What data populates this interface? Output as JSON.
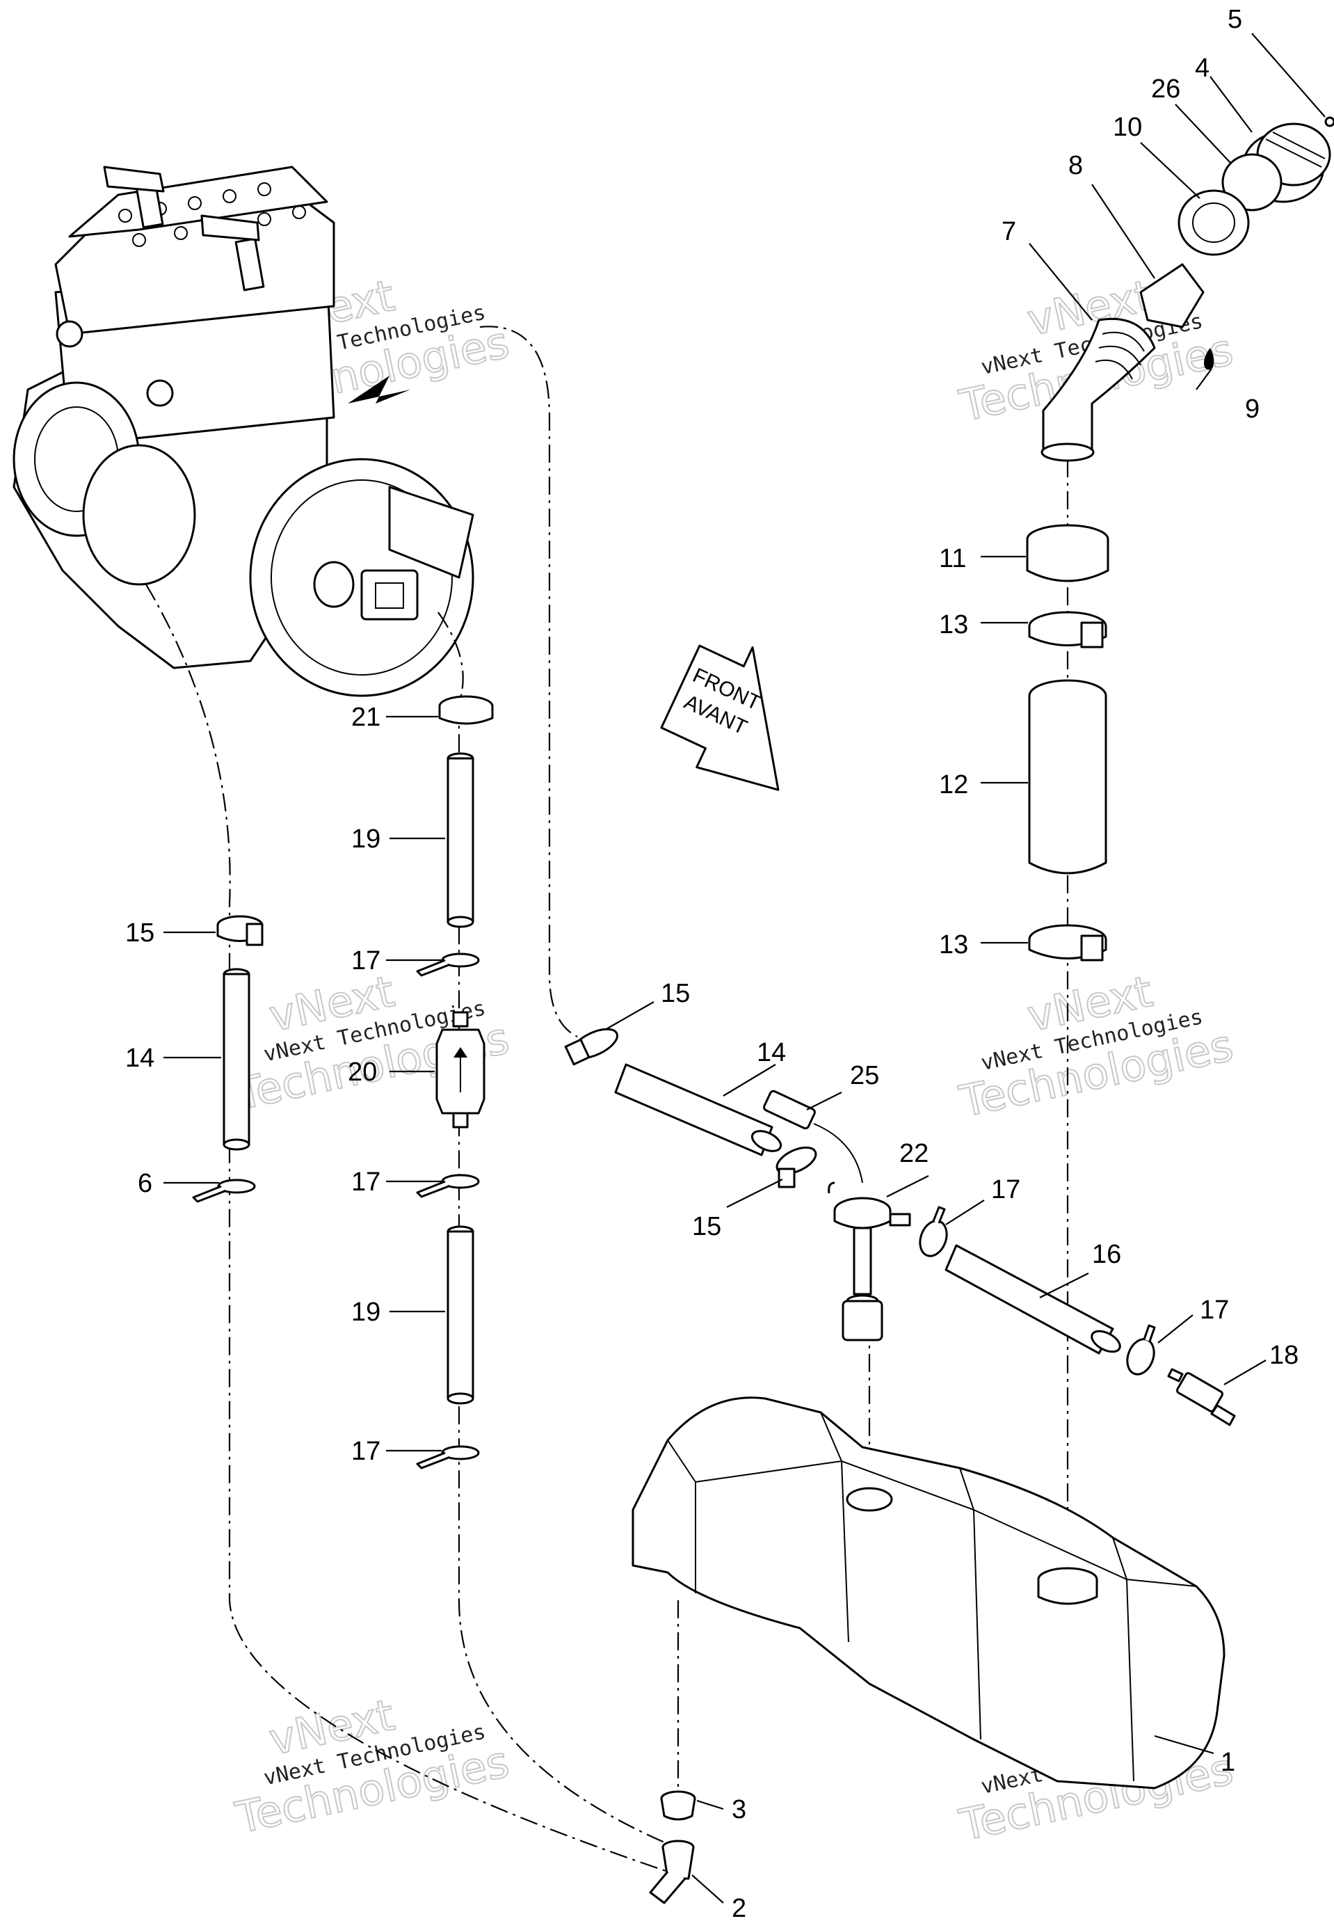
{
  "callouts": [
    {
      "id": "c5",
      "text": "5"
    },
    {
      "id": "c4",
      "text": "4"
    },
    {
      "id": "c26",
      "text": "26"
    },
    {
      "id": "c10",
      "text": "10"
    },
    {
      "id": "c8",
      "text": "8"
    },
    {
      "id": "c7",
      "text": "7"
    },
    {
      "id": "c9",
      "text": "9"
    },
    {
      "id": "c11",
      "text": "11"
    },
    {
      "id": "c13a",
      "text": "13"
    },
    {
      "id": "c12",
      "text": "12"
    },
    {
      "id": "c13b",
      "text": "13"
    },
    {
      "id": "c21",
      "text": "21"
    },
    {
      "id": "c19a",
      "text": "19"
    },
    {
      "id": "c15a",
      "text": "15"
    },
    {
      "id": "c17a",
      "text": "17"
    },
    {
      "id": "c14a",
      "text": "14"
    },
    {
      "id": "c20",
      "text": "20"
    },
    {
      "id": "c6",
      "text": "6"
    },
    {
      "id": "c17b",
      "text": "17"
    },
    {
      "id": "c19b",
      "text": "19"
    },
    {
      "id": "c17c",
      "text": "17"
    },
    {
      "id": "c15b",
      "text": "15"
    },
    {
      "id": "c14b",
      "text": "14"
    },
    {
      "id": "c25",
      "text": "25"
    },
    {
      "id": "c22",
      "text": "22"
    },
    {
      "id": "c15c",
      "text": "15"
    },
    {
      "id": "c17d",
      "text": "17"
    },
    {
      "id": "c16",
      "text": "16"
    },
    {
      "id": "c17e",
      "text": "17"
    },
    {
      "id": "c18",
      "text": "18"
    },
    {
      "id": "c3",
      "text": "3"
    },
    {
      "id": "c2",
      "text": "2"
    },
    {
      "id": "c1",
      "text": "1"
    }
  ],
  "front_arrow": {
    "line1": "FRONT",
    "line2": "AVANT"
  },
  "watermark": {
    "line1": "vNext Technologies",
    "line2": "Technologies",
    "line3": "vNext"
  }
}
